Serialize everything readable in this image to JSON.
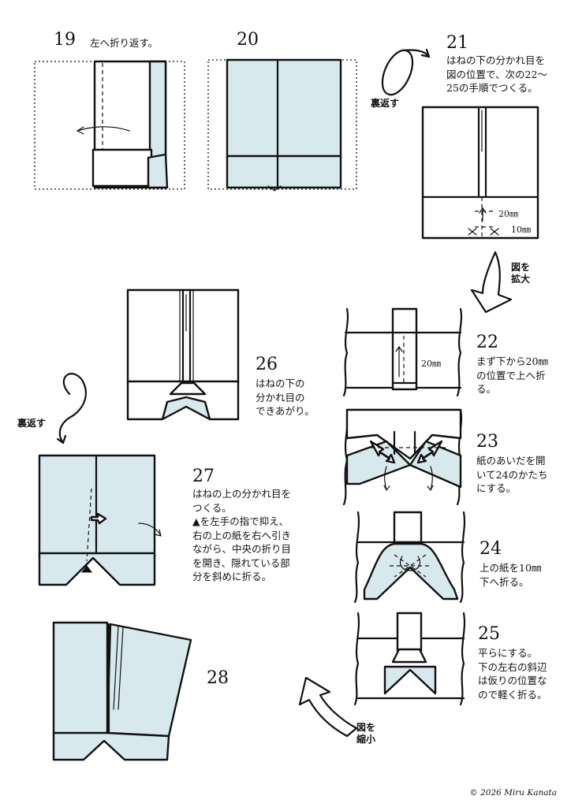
{
  "steps": [
    {
      "num": "19",
      "text": "左へ折り返す。"
    },
    {
      "num": "20",
      "text": ""
    },
    {
      "num": "21",
      "text": "はねの下の分かれ目を\n図の位置で、次の22～\n25の手順でつくる。"
    },
    {
      "num": "22",
      "text": "まず下から20㎜\nの位置で上へ折\nる。"
    },
    {
      "num": "23",
      "text": "紙のあいだを開\nいて24のかたち\nにする。"
    },
    {
      "num": "24",
      "text": "上の紙を10㎜\n下へ折る。"
    },
    {
      "num": "25",
      "text": "平らにする。\n下の左右の斜辺\nは仮りの位置な\nので軽く折る。"
    },
    {
      "num": "26",
      "text": "はねの下の\n分かれ目の\nできあがり。"
    },
    {
      "num": "27",
      "text": "はねの上の分かれ目を\nつくる。\n▲を左手の指で抑え、\n右の上の紙を右へ引き\nながら、中央の折り目\nを開き、隠れている部\n分を斜めに折る。"
    },
    {
      "num": "28",
      "text": ""
    }
  ],
  "labels": {
    "flip_top": "裏返す",
    "flip_left": "裏返す",
    "enlarge": "図を\n拡大",
    "reduce": "図を\n縮小",
    "mm20": "20㎜",
    "mm10": "10㎜",
    "mm20b": "20㎜"
  },
  "colors": {
    "paper_back": "#d8e9ee",
    "paper_front": "#ffffff",
    "line": "#111111"
  },
  "copyright": "© 2026 Miru Kanata"
}
